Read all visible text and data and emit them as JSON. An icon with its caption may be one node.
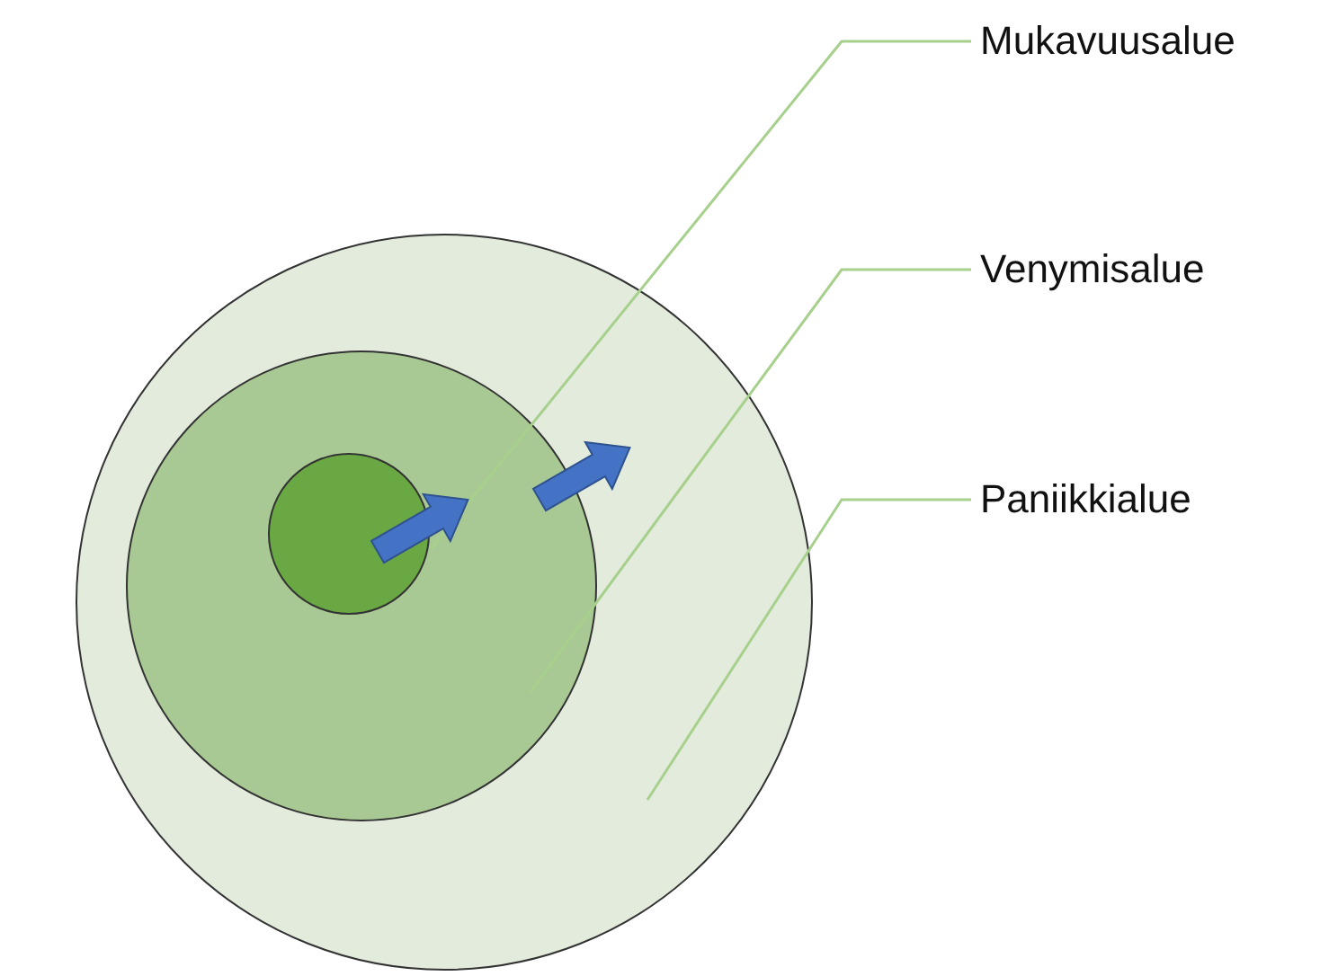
{
  "diagram": {
    "nodes": [
      {
        "text": [],
        "shape": "circle"
      },
      {
        "text": [],
        "shape": "circle",
        "in": 0
      },
      {
        "text": [],
        "shape": "circle",
        "in": 1
      },
      {
        "text": [
          "Mukavuusalue"
        ]
      },
      {
        "text": [
          "Venymisalue"
        ]
      },
      {
        "text": [
          "Paniikkialue"
        ]
      }
    ],
    "edges": [
      {
        "from": 3,
        "to": 2,
        "arrow": "none"
      },
      {
        "from": 4,
        "to": 1,
        "arrow": "none"
      },
      {
        "from": 5,
        "to": 0,
        "arrow": "none"
      }
    ]
  }
}
